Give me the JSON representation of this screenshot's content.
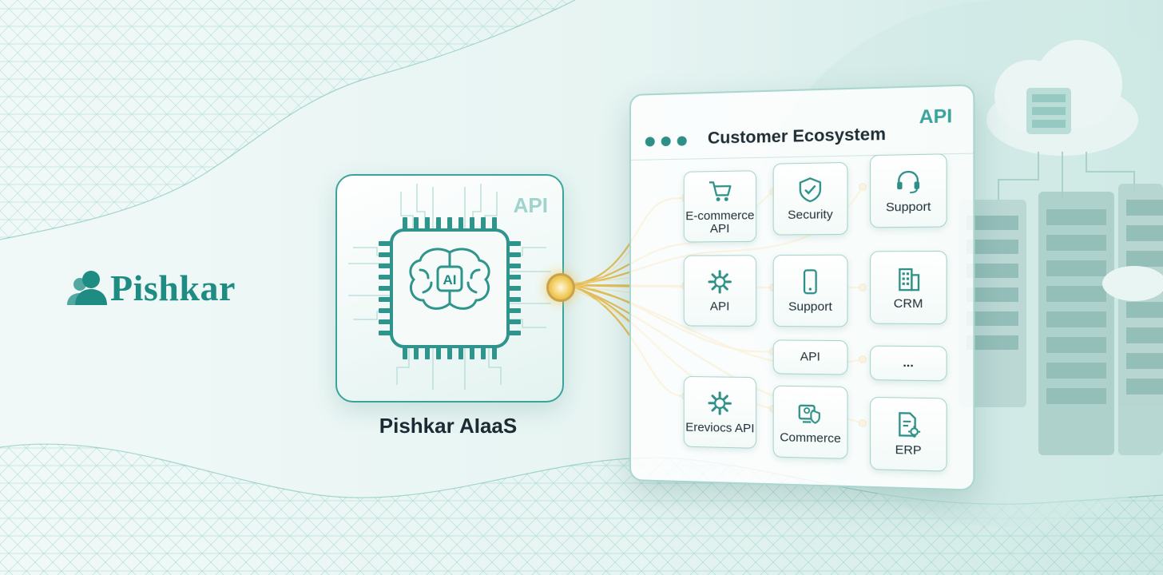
{
  "brand": {
    "name": "Pishkar"
  },
  "chip": {
    "badge": "API",
    "core_label": "AI",
    "caption": "Pishkar AIaaS"
  },
  "panel": {
    "title": "Customer Ecosystem",
    "badge": "API",
    "tiles": [
      {
        "label": "E-commerce API",
        "icon": "cart-icon"
      },
      {
        "label": "Security",
        "icon": "shield-icon"
      },
      {
        "label": "Support",
        "icon": "headset-icon"
      },
      {
        "label": "API",
        "icon": "gear-icon"
      },
      {
        "label": "Support",
        "icon": "phone-icon"
      },
      {
        "label": "CRM",
        "icon": "building-icon"
      },
      {
        "label": "API",
        "icon": ""
      },
      {
        "label": "...",
        "icon": ""
      },
      {
        "label": "Ereviocs API",
        "icon": "gear-icon"
      },
      {
        "label": "Commerce",
        "icon": "commerce-icon"
      },
      {
        "label": "ERP",
        "icon": "document-gear-icon"
      }
    ]
  },
  "colors": {
    "teal": "#1f8c84",
    "gold": "#e3b84a",
    "text": "#1c2a33"
  }
}
